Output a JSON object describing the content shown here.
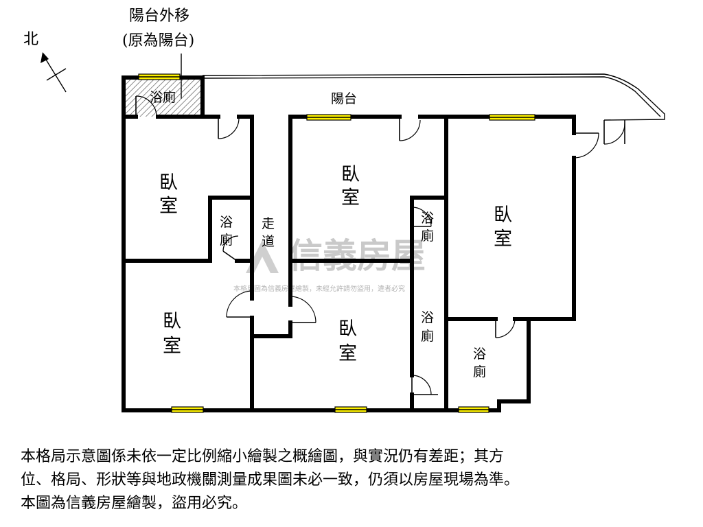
{
  "annotation": {
    "line1": "陽台外移",
    "line2": "(原為陽台)"
  },
  "compass": {
    "label": "北"
  },
  "rooms": {
    "bedroom_nw": [
      "臥",
      "室"
    ],
    "bedroom_n_center": [
      "臥",
      "室"
    ],
    "bedroom_ne": [
      "臥",
      "室"
    ],
    "bedroom_sw": [
      "臥",
      "室"
    ],
    "bedroom_s_center": [
      "臥",
      "室"
    ],
    "bath_top": "浴廁",
    "bath_west": [
      "浴",
      "廁"
    ],
    "bath_center": [
      "浴",
      "廁"
    ],
    "bath_center_lower": [
      "浴",
      "廁"
    ],
    "bath_se": [
      "浴",
      "廁"
    ],
    "corridor": [
      "走",
      "道"
    ],
    "balcony": "陽台"
  },
  "watermark": {
    "brand": "信義房屋",
    "notice": "本格局圖為信義房屋繪製，未經允許請勿盜用，違者必究"
  },
  "disclaimer": [
    "本格局示意圖係未依一定比例縮小繪製之概繪圖，與實況仍有差距；其方",
    "位、格局、形狀等與地政機關測量成果圖未必一致，仍須以房屋現場為準。",
    "本圖為信義房屋繪製，盜用必究。"
  ],
  "colors": {
    "wall": "#000000",
    "window": "#fff200",
    "hatch": "#555555",
    "watermark": "#c9c9c9"
  }
}
